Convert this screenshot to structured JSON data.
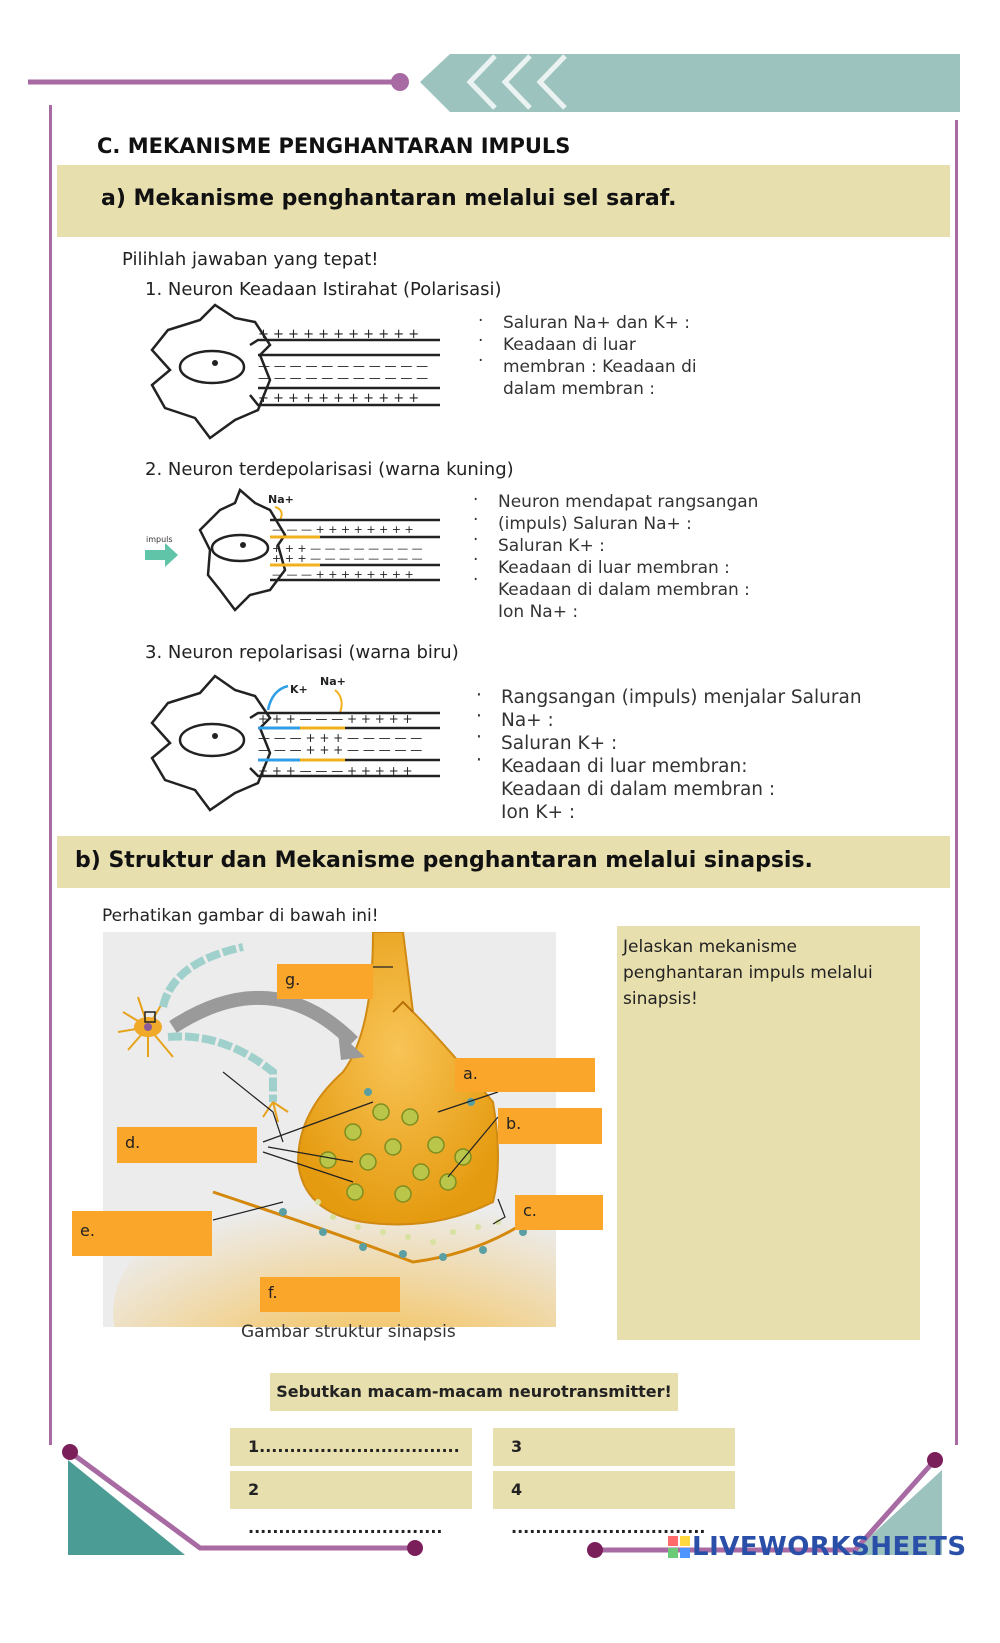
{
  "section_title": "C. MEKANISME PENGHANTARAN IMPULS",
  "part_a": {
    "title": "a) Mekanisme penghantaran melalui  sel saraf.",
    "instruction": "Pilihlah jawaban yang tepat!",
    "items": [
      {
        "title": "1. Neuron Keadaan Istirahat  (Polarisasi)",
        "lines": [
          "Saluran Na+ dan K+ :",
          "Keadaan di luar",
          "membran : Keadaan di",
          "dalam membran :"
        ]
      },
      {
        "title": "2. Neuron terdepolarisasi (warna kuning)",
        "lines": [
          "Neuron   mendapat   rangsangan",
          "(impuls) Saluran Na+ :",
          "Saluran K+ :",
          "Keadaan di luar membran :",
          "Keadaan di dalam membran :",
          "Ion Na+ :"
        ]
      },
      {
        "title": "3. Neuron repolarisasi (warna biru)",
        "lines": [
          "Rangsangan (impuls) menjalar Saluran",
          "Na+ :",
          "Saluran K+ :",
          "Keadaan di luar membran:",
          "Keadaan di dalam membran :",
          "Ion K+ :"
        ]
      }
    ],
    "diagram_labels": {
      "plus_row_1": "+ + + + + + + + + + +",
      "minus_row_1": "— — — — — — — — — — —",
      "na_label": "Na+",
      "k_label": "K+",
      "impuls_label": "impuls",
      "plus_row_2a": "— — — + + + + + + + +",
      "mix_row_2": "+ + + — — — — — — — —",
      "plus_row_3a": "+ + + — — — + + + + +",
      "mix_row_3": "— — — + + + — — — — —"
    }
  },
  "part_b": {
    "title": "b)  Struktur dan Mekanisme penghantaran melalui  sinapsis.",
    "instruction": "Perhatikan gambar di bawah ini!",
    "labels": [
      "g.",
      "a.",
      "b.",
      "c.",
      "d.",
      "e.",
      "f."
    ],
    "caption": "Gambar struktur sinapsis",
    "explain_prompt": "Jelaskan mekanisme penghantaran impuls melalui sinapsis!",
    "neuro_prompt": "Sebutkan macam-macam neurotransmitter!",
    "answers": [
      "1.................................",
      "3 ................................",
      "2 ................................",
      "4 ................................"
    ]
  },
  "footer_logo": "LIVEWORKSHEETS",
  "colors": {
    "band": "#e8dfae",
    "orange": "#f9a62a",
    "teal": "#9dc3bf",
    "purple": "#9b5b96",
    "dark_purple": "#7a1f5a"
  }
}
